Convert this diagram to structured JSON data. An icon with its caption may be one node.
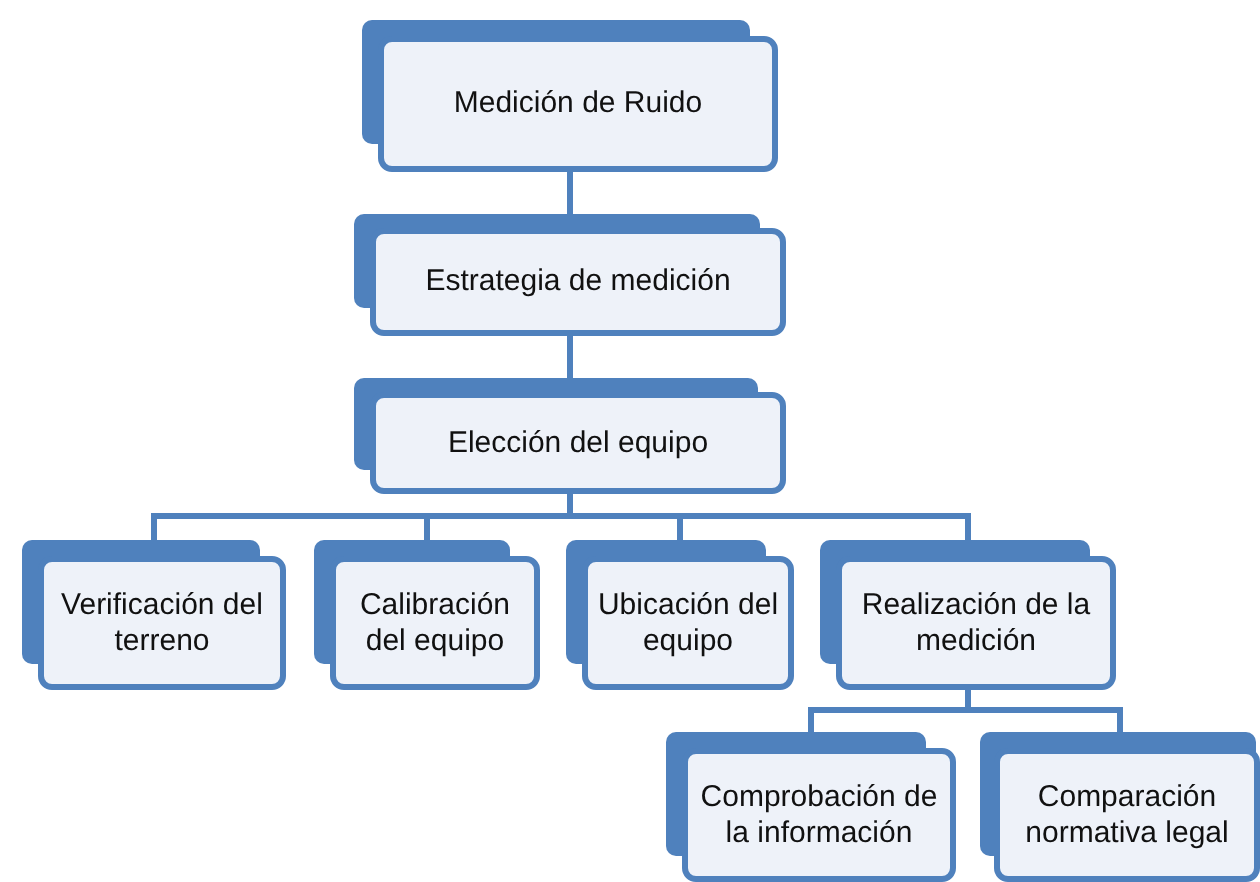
{
  "diagram": {
    "nodes": [
      {
        "text": [
          "Medición de Ruido"
        ]
      },
      {
        "text": [
          "Estrategia de medición"
        ]
      },
      {
        "text": [
          "Elección del equipo"
        ]
      },
      {
        "text": [
          "Verificación del terreno"
        ]
      },
      {
        "text": [
          "Calibración del equipo"
        ]
      },
      {
        "text": [
          "Ubicación del equipo"
        ]
      },
      {
        "text": [
          "Realización de la medición"
        ]
      },
      {
        "text": [
          "Comprobación de la información"
        ]
      },
      {
        "text": [
          "Comparación normativa legal"
        ]
      }
    ],
    "edges": [
      {
        "from": 0,
        "to": 1,
        "arrow": "none"
      },
      {
        "from": 1,
        "to": 2,
        "arrow": "none"
      },
      {
        "from": 2,
        "to": 3,
        "arrow": "none"
      },
      {
        "from": 2,
        "to": 4,
        "arrow": "none"
      },
      {
        "from": 2,
        "to": 5,
        "arrow": "none"
      },
      {
        "from": 2,
        "to": 6,
        "arrow": "none"
      },
      {
        "from": 6,
        "to": 7,
        "arrow": "none"
      },
      {
        "from": 6,
        "to": 8,
        "arrow": "none"
      }
    ]
  }
}
